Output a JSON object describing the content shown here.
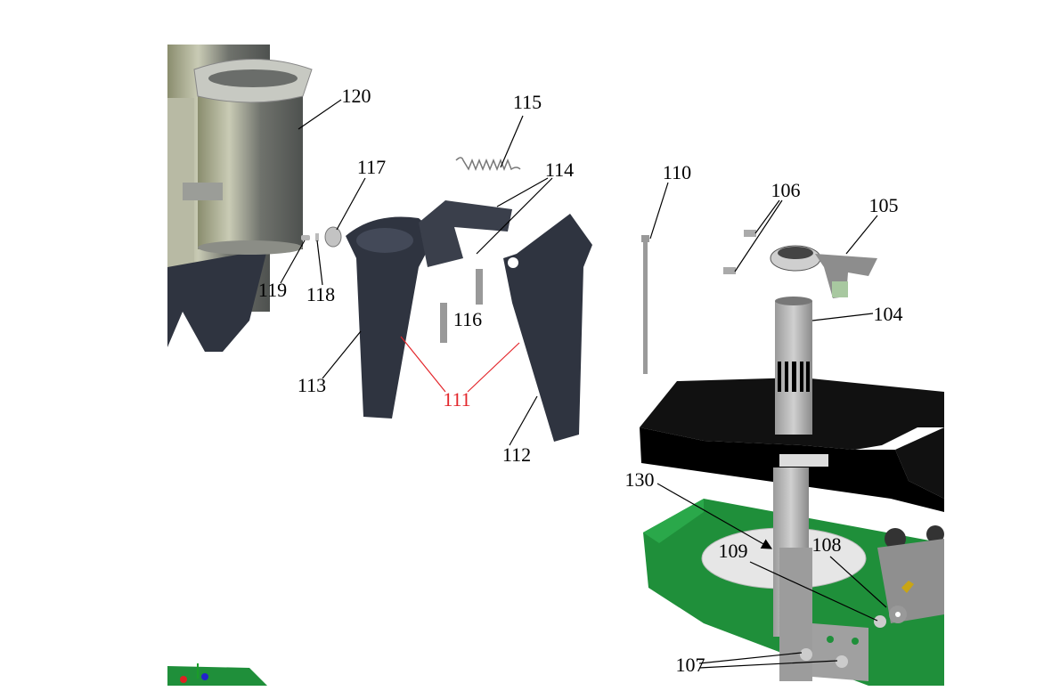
{
  "diagram": {
    "type": "exploded-assembly-view",
    "colors": {
      "callout_highlight": "#e3262b",
      "dark_part": "#2f3440",
      "base": "#1f8f3a",
      "plate": "#111111"
    },
    "labels": {
      "p104": "104",
      "p105": "105",
      "p106": "106",
      "p107": "107",
      "p108": "108",
      "p109": "109",
      "p110": "110",
      "p111": "111",
      "p112": "112",
      "p113": "113",
      "p114": "114",
      "p115": "115",
      "p116": "116",
      "p117": "117",
      "p118": "118",
      "p119": "119",
      "p120": "120",
      "p130": "130"
    }
  }
}
